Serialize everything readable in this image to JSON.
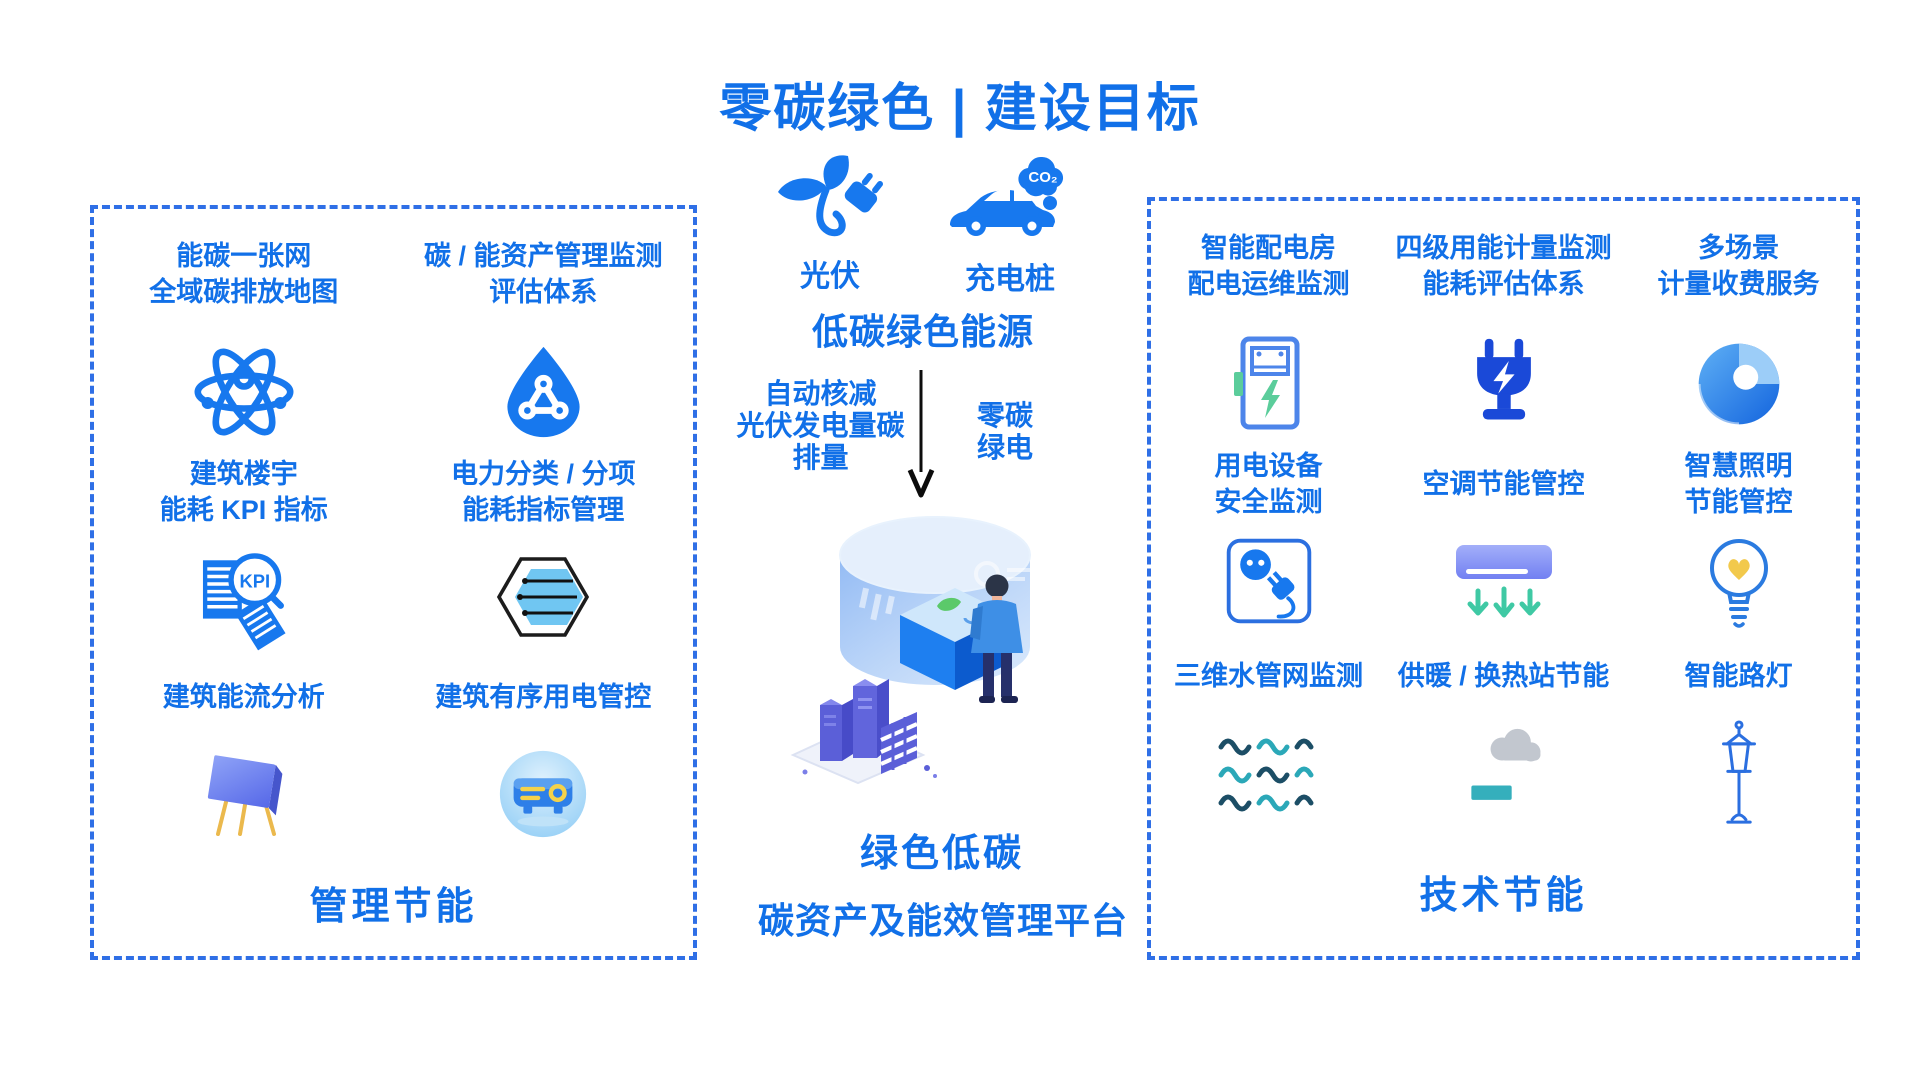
{
  "title": "零碳绿色 | 建设目标",
  "colors": {
    "text_blue": "#1170E8",
    "icon_blue": "#1778EE",
    "teal_accent": "#3FC9A4",
    "building_purple": "#5B5FD8"
  },
  "left_panel": {
    "footer_label": "管理节能",
    "kpi_badge": "KPI",
    "items": [
      {
        "label": "能碳一张网\n全域碳排放地图",
        "icon": "atom-icon"
      },
      {
        "label": "碳 / 能资产管理监测\n评估体系",
        "icon": "drop-molecule-icon"
      },
      {
        "label": "建筑楼宇\n能耗 KPI 指标",
        "icon": "kpi-report-icon"
      },
      {
        "label": "电力分类 / 分项\n能耗指标管理",
        "icon": "hexagon-list-icon"
      },
      {
        "label": "建筑能流分析",
        "icon": "easel-board-icon"
      },
      {
        "label": "建筑有序用电管控",
        "icon": "projector-icon"
      }
    ]
  },
  "center": {
    "sources": [
      {
        "label": "光伏",
        "icon": "pv-leaf-plug-icon"
      },
      {
        "label": "充电桩",
        "icon": "ev-car-co2-icon",
        "badge": "CO₂"
      }
    ],
    "heading": "低碳绿色能源",
    "flow_left_note": "自动核减\n光伏发电量碳\n排量",
    "flow_right_note": "零碳\n绿电",
    "platform_line1": "绿色低碳",
    "platform_line2": "碳资产及能效管理平台"
  },
  "right_panel": {
    "footer_label": "技术节能",
    "items": [
      {
        "label": "智能配电房\n配电运维监测",
        "icon": "power-cabinet-icon"
      },
      {
        "label": "四级用能计量监测\n能耗评估体系",
        "icon": "plug-lightning-icon"
      },
      {
        "label": "多场景\n计量收费服务",
        "icon": "billing-disc-icon"
      },
      {
        "label": "用电设备\n安全监测",
        "icon": "socket-plug-icon"
      },
      {
        "label": "空调节能管控",
        "icon": "air-conditioner-icon"
      },
      {
        "label": "智慧照明\n节能管控",
        "icon": "smart-bulb-icon"
      },
      {
        "label": "三维水管网监测",
        "icon": "water-pipes-icon"
      },
      {
        "label": "供暖 / 换热站节能",
        "icon": "heating-station-icon"
      },
      {
        "label": "智能路灯",
        "icon": "street-lamp-icon"
      }
    ]
  }
}
